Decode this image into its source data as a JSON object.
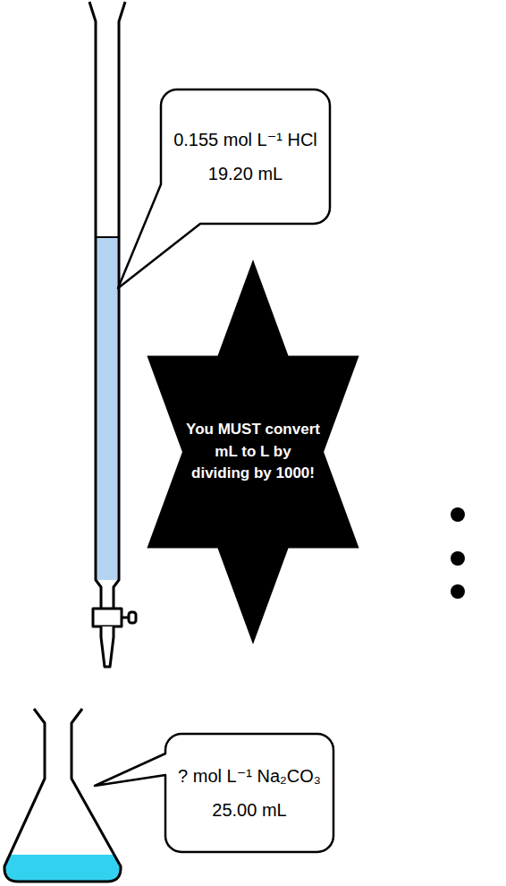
{
  "diagram": {
    "nodes": [
      {
        "text": [
          "0.155 mol L⁻¹ HCl",
          "19.20 mL"
        ]
      },
      {
        "text": [
          "You MUST convert mL to L by dividing by 1000!"
        ]
      },
      {
        "text": [
          "? mol L⁻¹ Na₂CO₃",
          "25.00 mL"
        ]
      }
    ]
  }
}
